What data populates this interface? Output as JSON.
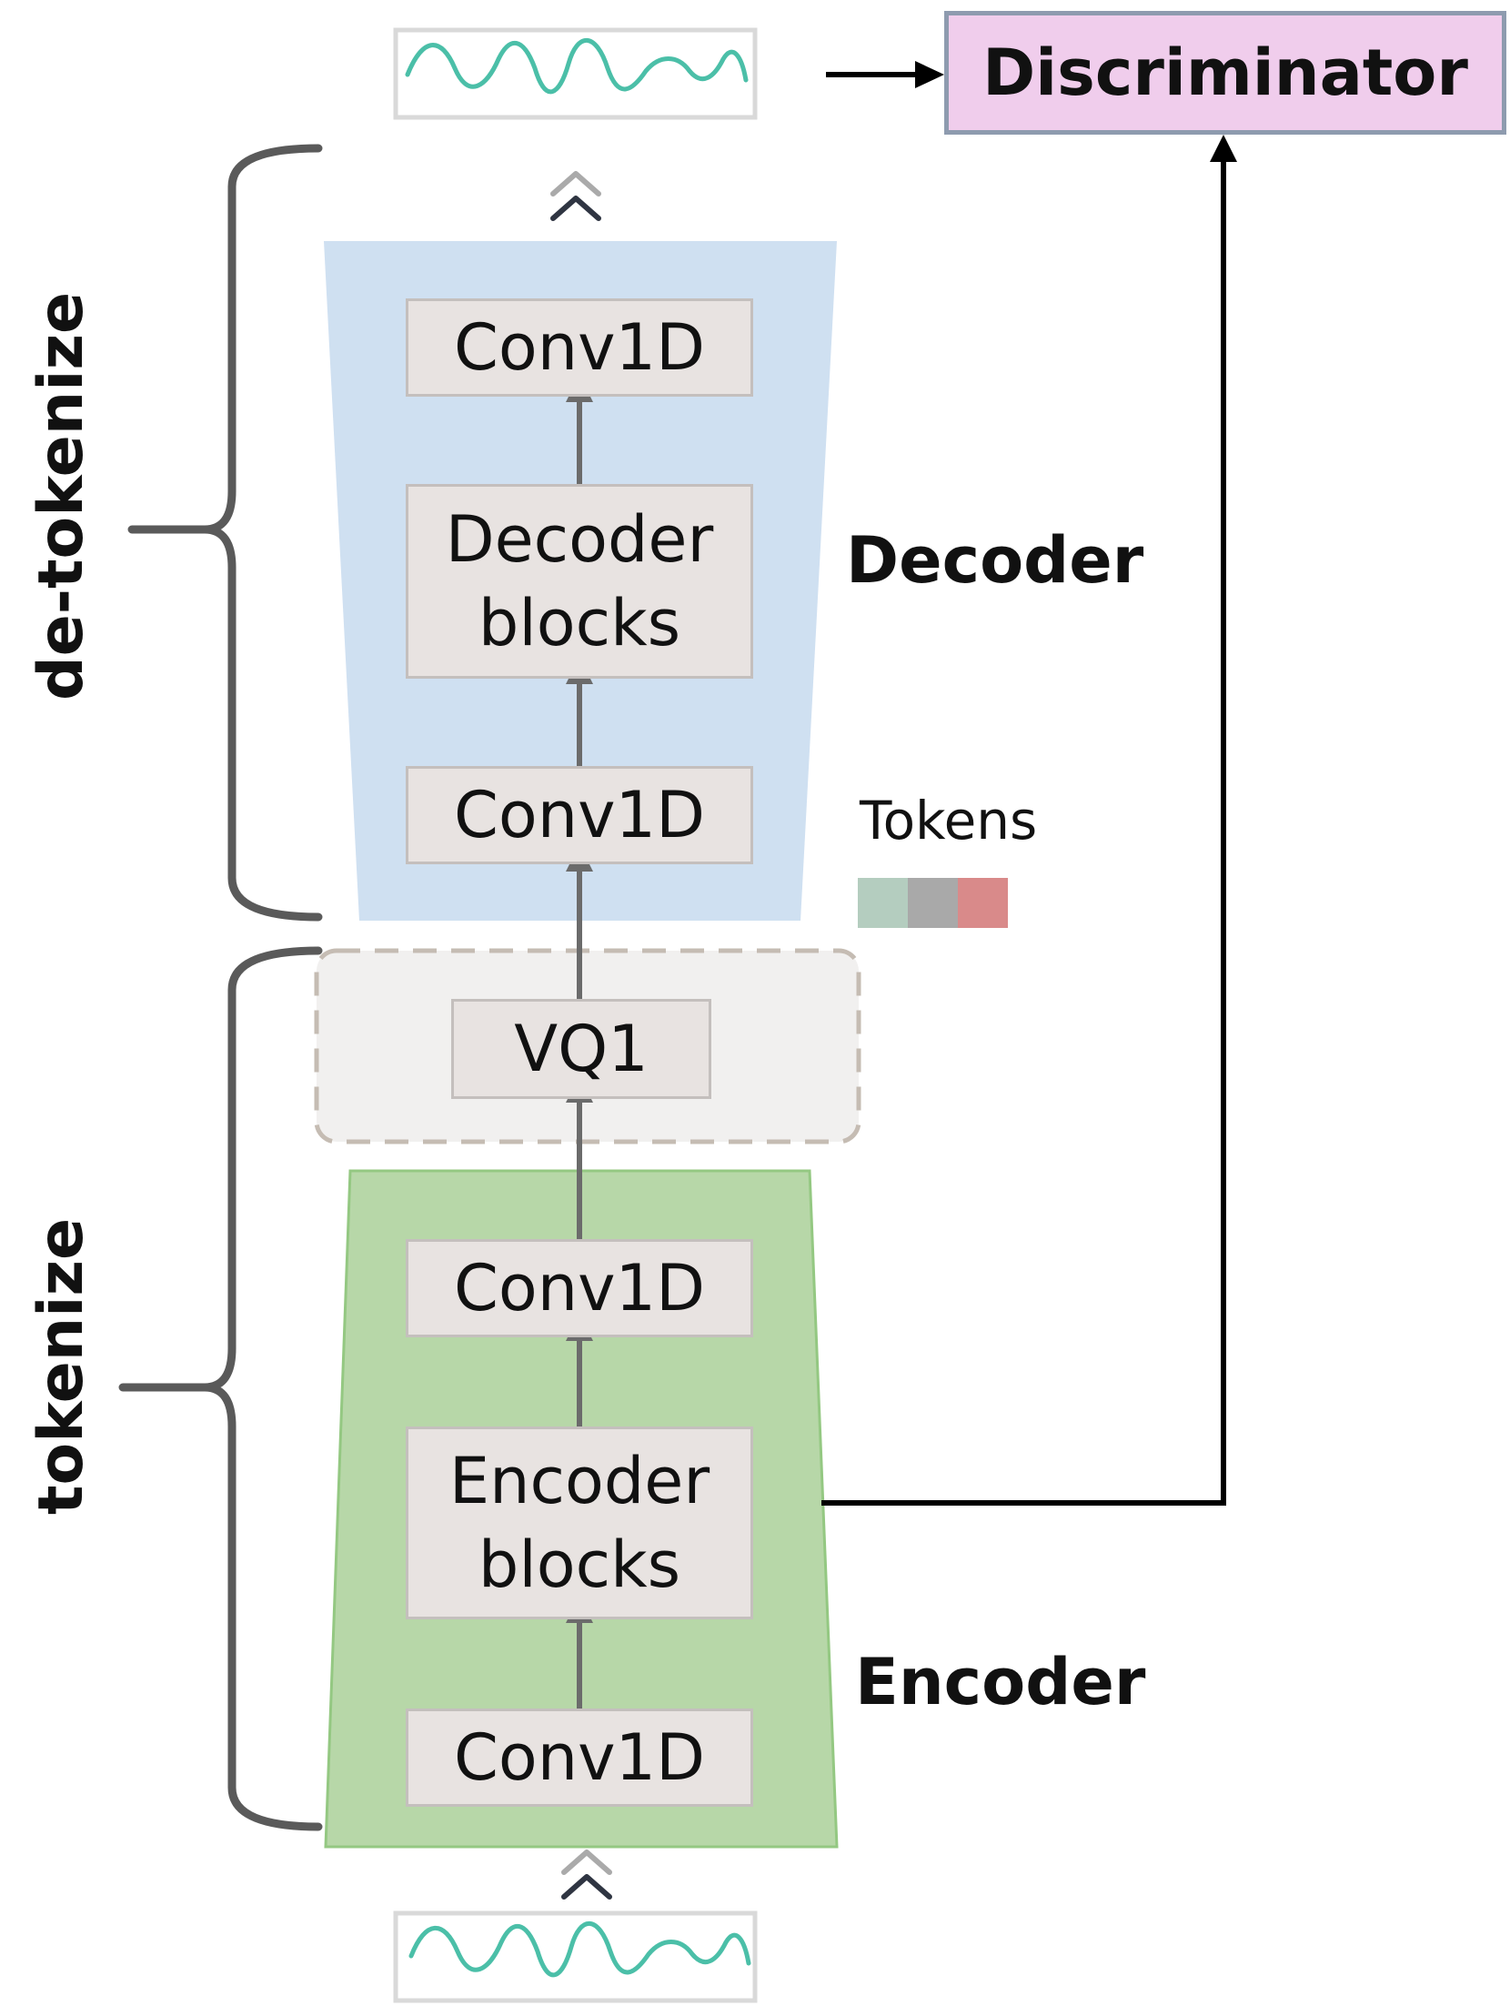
{
  "discriminator": {
    "label": "Discriminator"
  },
  "decoder": {
    "title": "Decoder",
    "blocks": {
      "top_conv": "Conv1D",
      "blocks_line1": "Decoder",
      "blocks_line2": "blocks",
      "bottom_conv": "Conv1D"
    }
  },
  "quantizer": {
    "label": "VQ1"
  },
  "encoder": {
    "title": "Encoder",
    "blocks": {
      "top_conv": "Conv1D",
      "blocks_line1": "Encoder",
      "blocks_line2": "blocks",
      "bottom_conv": "Conv1D"
    }
  },
  "tokens": {
    "label": "Tokens",
    "colors": [
      "#b4cdbf",
      "#a9a9a9",
      "#d98a8a"
    ]
  },
  "sides": {
    "detokenize": "de-tokenize",
    "tokenize": "tokenize"
  },
  "colors": {
    "decoder_fill": "#cfe0f1",
    "encoder_fill": "#b7d7a8",
    "quantizer_fill": "#f1f0ef",
    "discriminator_fill": "#f0cdec",
    "waveform": "#4bbfa8"
  }
}
